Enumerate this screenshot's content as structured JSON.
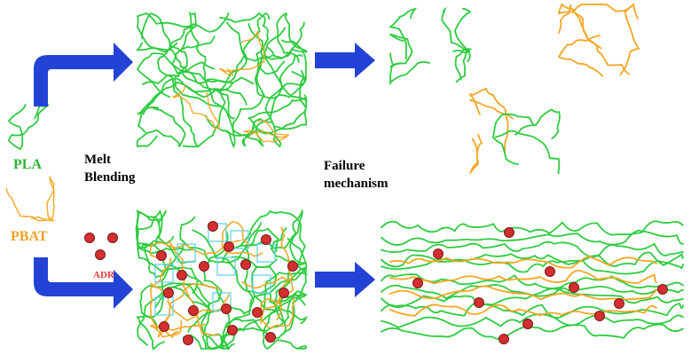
{
  "labels": {
    "pla": "PLA",
    "pbat": "PBAT",
    "adr": "ADR",
    "melt_blending": "Melt\nBlending",
    "failure_mechanism": "Failure\nmechanism"
  },
  "colors": {
    "pla": "#2ecc40",
    "pbat": "#f5a623",
    "adr_dot": "#d32f2f",
    "arrow": "#2243d6",
    "box": "#5ad0e6",
    "adr_text": "#e03a3a",
    "pla_text": "#27b52c",
    "pbat_text": "#f0a020"
  }
}
